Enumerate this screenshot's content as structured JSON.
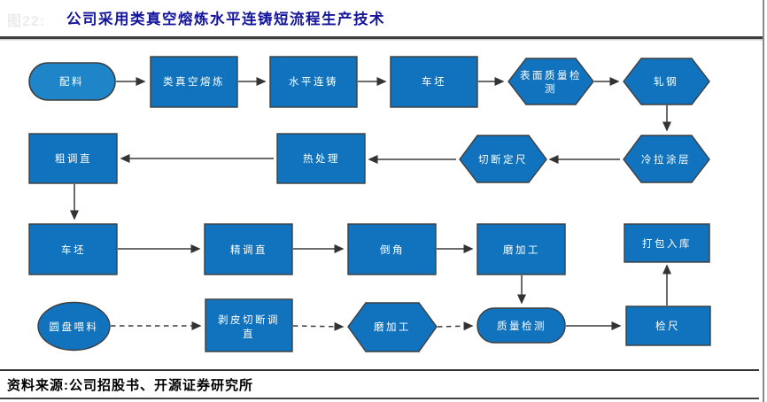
{
  "figure": {
    "watermark": "图22:",
    "title": "公司采用类真空熔炼水平连铸短流程生产技术",
    "source": "资料来源:公司招股书、开源证券研究所"
  },
  "colors": {
    "node_fill": "#1173bd",
    "node_fill_light": "#1e86c8",
    "node_border": "#3d3d3d",
    "title_color": "#15159c",
    "arrow_color": "#3a3a3a"
  },
  "nodes": [
    {
      "id": "peiliao",
      "label": "配料",
      "shape": "stadium"
    },
    {
      "id": "quasi-vacuum-melt",
      "label": "类真空熔炼",
      "shape": "rect"
    },
    {
      "id": "horizontal-cast",
      "label": "水平连铸",
      "shape": "rect"
    },
    {
      "id": "billet-1",
      "label": "车坯",
      "shape": "rect"
    },
    {
      "id": "surface-qc",
      "label": "表面质量检测",
      "line1": "表面质量检",
      "line2": "测",
      "shape": "hexagon"
    },
    {
      "id": "rolling",
      "label": "轧钢",
      "shape": "hexagon"
    },
    {
      "id": "rough-straighten",
      "label": "粗调直",
      "shape": "rect"
    },
    {
      "id": "heat-treatment",
      "label": "热处理",
      "shape": "rect"
    },
    {
      "id": "cut-to-length",
      "label": "切断定尺",
      "shape": "hexagon"
    },
    {
      "id": "cold-draw-coating",
      "label": "冷拉涂层",
      "shape": "hexagon"
    },
    {
      "id": "billet-2",
      "label": "车坯",
      "shape": "rect"
    },
    {
      "id": "fine-straighten",
      "label": "精调直",
      "shape": "rect"
    },
    {
      "id": "chamfer",
      "label": "倒角",
      "shape": "rect"
    },
    {
      "id": "grinding-1",
      "label": "磨加工",
      "shape": "rect"
    },
    {
      "id": "packing-storage",
      "label": "打包入库",
      "shape": "rect"
    },
    {
      "id": "disc-feeder",
      "label": "圆盘喂料",
      "shape": "ellipse"
    },
    {
      "id": "peel-cut-straighten",
      "label": "剥皮切断调直",
      "line1": "剥皮切断调",
      "line2": "直",
      "shape": "rect"
    },
    {
      "id": "grinding-2",
      "label": "磨加工",
      "shape": "hexagon"
    },
    {
      "id": "quality-inspection",
      "label": "质量检测",
      "shape": "rounded"
    },
    {
      "id": "gauge-check",
      "label": "检尺",
      "shape": "rect"
    }
  ],
  "edges": [
    {
      "from": "peiliao",
      "to": "quasi-vacuum-melt",
      "style": "solid"
    },
    {
      "from": "quasi-vacuum-melt",
      "to": "horizontal-cast",
      "style": "solid"
    },
    {
      "from": "horizontal-cast",
      "to": "billet-1",
      "style": "solid"
    },
    {
      "from": "billet-1",
      "to": "surface-qc",
      "style": "solid"
    },
    {
      "from": "surface-qc",
      "to": "rolling",
      "style": "solid"
    },
    {
      "from": "rolling",
      "to": "cold-draw-coating",
      "style": "solid"
    },
    {
      "from": "cold-draw-coating",
      "to": "cut-to-length",
      "style": "solid"
    },
    {
      "from": "cut-to-length",
      "to": "heat-treatment",
      "style": "solid"
    },
    {
      "from": "heat-treatment",
      "to": "rough-straighten",
      "style": "solid"
    },
    {
      "from": "rough-straighten",
      "to": "billet-2",
      "style": "solid"
    },
    {
      "from": "billet-2",
      "to": "fine-straighten",
      "style": "solid"
    },
    {
      "from": "fine-straighten",
      "to": "chamfer",
      "style": "solid"
    },
    {
      "from": "chamfer",
      "to": "grinding-1",
      "style": "solid"
    },
    {
      "from": "grinding-1",
      "to": "quality-inspection",
      "style": "solid"
    },
    {
      "from": "disc-feeder",
      "to": "peel-cut-straighten",
      "style": "dashed"
    },
    {
      "from": "peel-cut-straighten",
      "to": "grinding-2",
      "style": "dashed"
    },
    {
      "from": "grinding-2",
      "to": "quality-inspection",
      "style": "dashed"
    },
    {
      "from": "quality-inspection",
      "to": "gauge-check",
      "style": "solid"
    },
    {
      "from": "gauge-check",
      "to": "packing-storage",
      "style": "solid"
    }
  ]
}
